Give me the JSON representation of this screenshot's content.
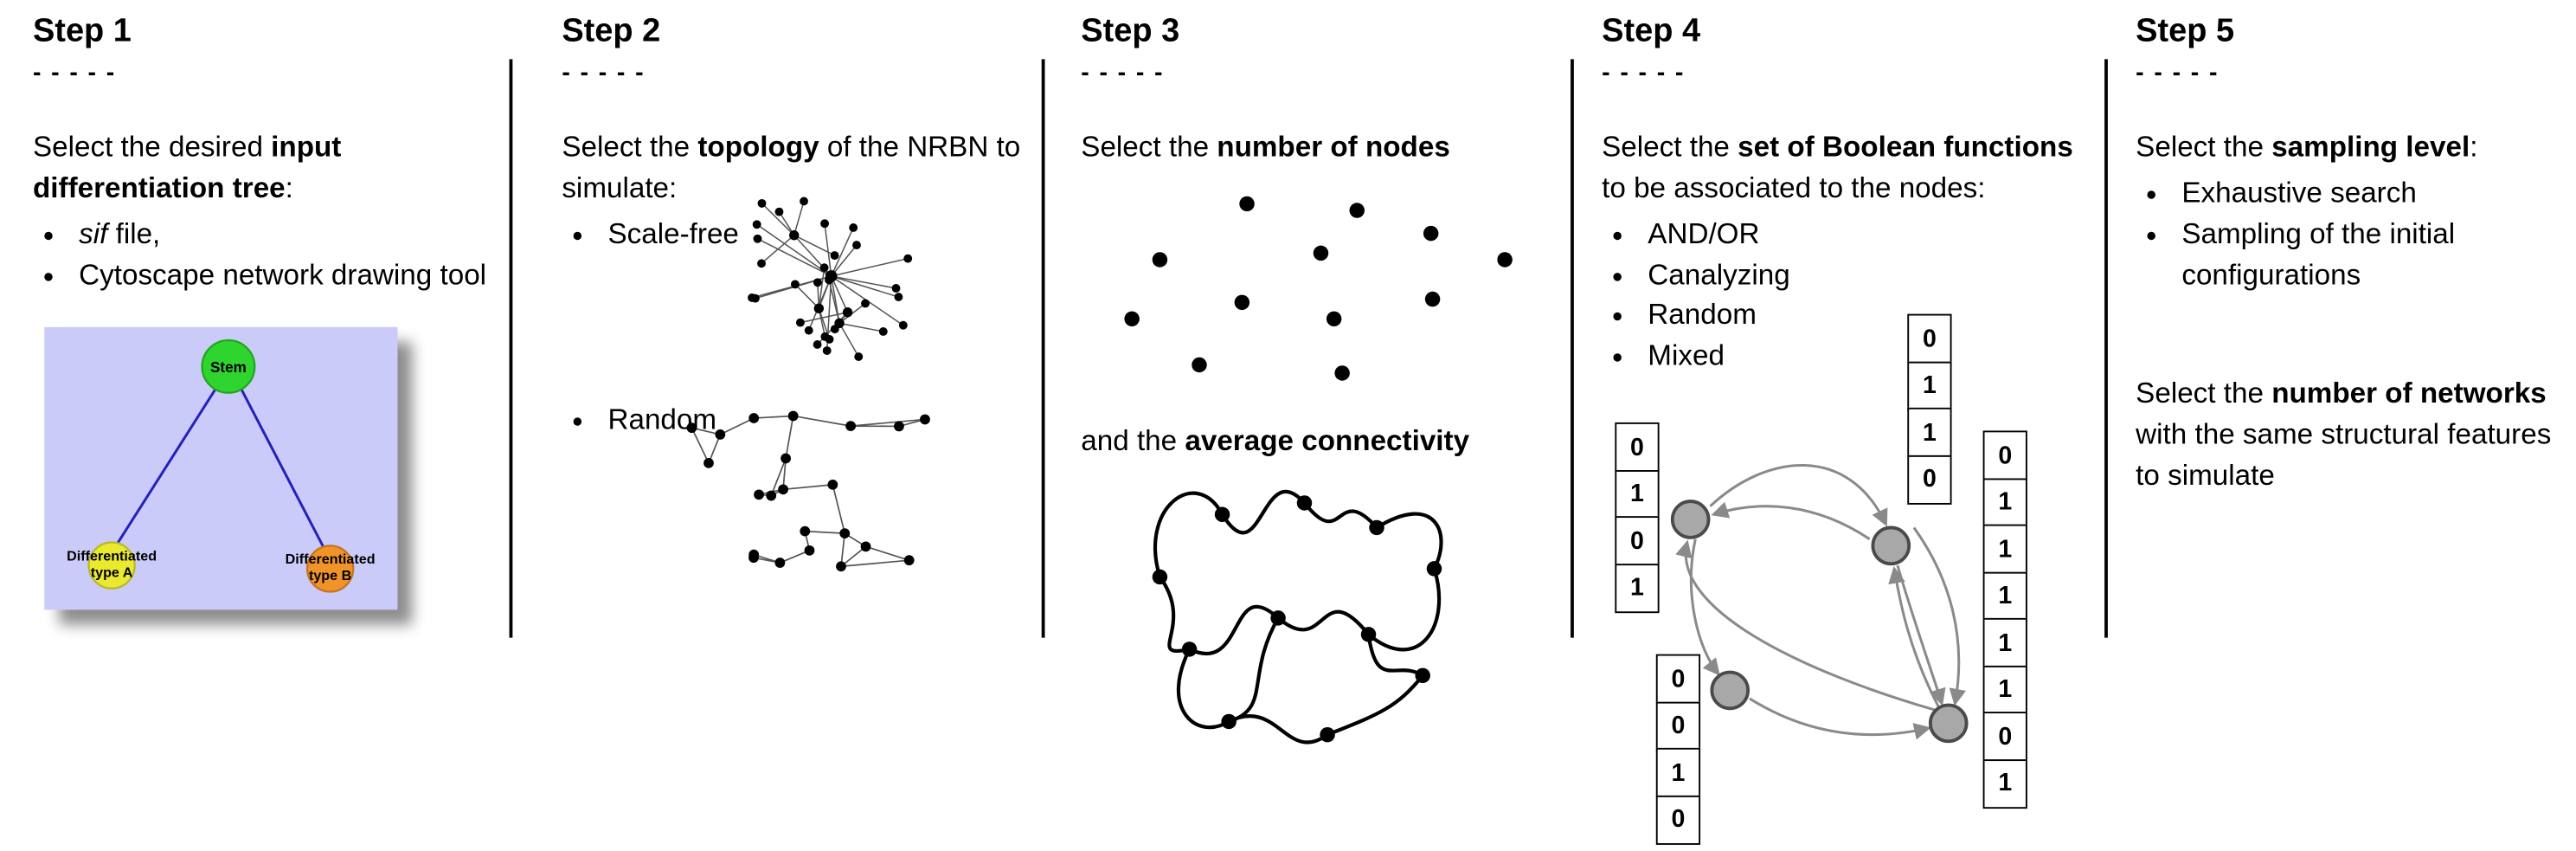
{
  "steps": {
    "step1": {
      "title": "Step 1",
      "dashes": "- - - - -",
      "intro": {
        "pre": "Select the desired ",
        "bold": "input differentiation tree",
        "post": ":"
      },
      "bullets": {
        "b1": {
          "italic": "sif",
          "rest": " file,"
        },
        "b2": "Cytoscape network drawing tool"
      },
      "tree": {
        "stem_label": "Stem",
        "type_a_label_1": "Differentiated",
        "type_a_label_2": "type A",
        "type_b_label_1": "Differentiated",
        "type_b_label_2": "type B",
        "colors": {
          "background": "#cbcbfa",
          "stem": "#2fd42f",
          "type_a": "#e9e930",
          "type_b": "#f0942a",
          "edge": "#2323bb"
        }
      }
    },
    "step2": {
      "title": "Step 2",
      "dashes": "- - - - -",
      "intro": {
        "pre": "Select the ",
        "bold": "topology",
        "post": " of the NRBN to simulate:"
      },
      "bullets": {
        "b1": "Scale-free",
        "b2": "Random"
      }
    },
    "step3": {
      "title": "Step 3",
      "dashes": "- - - - -",
      "line1": {
        "pre": "Select the ",
        "bold": "number of nodes"
      },
      "line2": {
        "pre": "and the ",
        "bold": "average connectivity"
      }
    },
    "step4": {
      "title": "Step 4",
      "dashes": "- - - - -",
      "intro": {
        "pre": "Select the ",
        "bold": "set of Boolean functions",
        "post": " to be associated to the nodes:"
      },
      "bullets": [
        "AND/OR",
        "Canalyzing",
        "Random",
        "Mixed"
      ],
      "truth_tables": {
        "left": [
          "0",
          "1",
          "0",
          "1"
        ],
        "top": [
          "0",
          "1",
          "1",
          "0"
        ],
        "bottom": [
          "0",
          "0",
          "1",
          "0"
        ],
        "right": [
          "0",
          "1",
          "1",
          "1",
          "1",
          "1",
          "0",
          "1"
        ]
      }
    },
    "step5": {
      "title": "Step 5",
      "dashes": "- - - - -",
      "intro": {
        "pre": "Select the ",
        "bold": "sampling level",
        "post": ":"
      },
      "bullets": [
        "Exhaustive search",
        "Sampling of the initial configurations"
      ],
      "second": {
        "pre": "Select the ",
        "bold": "number of networks",
        "post": " with the same structural features to simulate"
      }
    }
  }
}
